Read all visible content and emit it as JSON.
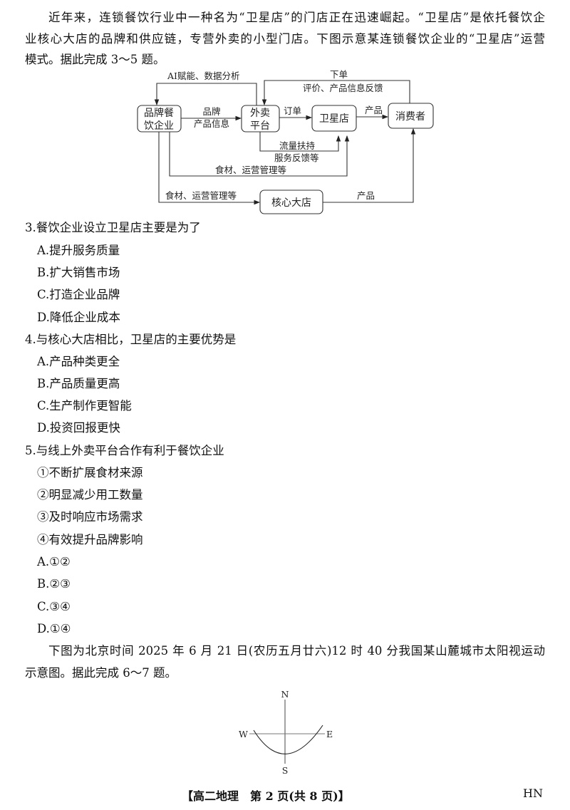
{
  "intro": {
    "lines": [
      "近年来，连锁餐饮行业中一种名为“卫星店”的门店正在迅速崛起。“卫星店”是依托餐饮企",
      "业核心大店的品牌和供应链，专营外卖的小型门店。下图示意某连锁餐饮企业的“卫星店”运营",
      "模式。据此完成 3～5 题。"
    ]
  },
  "diagram1": {
    "boxes": {
      "brand_l1": "品牌餐",
      "brand_l2": "饮企业",
      "platform_l1": "外卖",
      "platform_l2": "平台",
      "satellite": "卫星店",
      "consumer": "消费者",
      "core": "核心大店"
    },
    "labels": {
      "ai": "AI赋能、数据分析",
      "order_down": "下单",
      "feedback": "评价、产品信息反馈",
      "brand1": "品牌",
      "brand2": "产品信息",
      "order": "订单",
      "product1": "产品",
      "traffic": "流量扶持",
      "service": "服务反馈等",
      "food1": "食材、运营管理等",
      "food2": "食材、运营管理等",
      "product2": "产品"
    }
  },
  "questions": [
    {
      "stem": "3.餐饮企业设立卫星店主要是为了",
      "options": [
        "A.提升服务质量",
        "B.扩大销售市场",
        "C.打造企业品牌",
        "D.降低企业成本"
      ]
    },
    {
      "stem": "4.与核心大店相比，卫星店的主要优势是",
      "options": [
        "A.产品种类更全",
        "B.产品质量更高",
        "C.生产制作更智能",
        "D.投资回报更快"
      ]
    },
    {
      "stem": "5.与线上外卖平台合作有利于餐饮企业",
      "items": [
        "①不断扩展食材来源",
        "②明显减少用工数量",
        "③及时响应市场需求",
        "④有效提升品牌影响"
      ],
      "options": [
        "A.①②",
        "B.②③",
        "C.③④",
        "D.①④"
      ]
    }
  ],
  "para2": {
    "lines": [
      "下图为北京时间 2025 年 6 月 21 日(农历五月廿六)12 时 40 分我国某山麓城市太阳视运动",
      "示意图。据此完成 6～7 题。"
    ]
  },
  "diagram2": {
    "n": "N",
    "s": "S",
    "w": "W",
    "e": "E"
  },
  "footer": {
    "title": "【高二地理　第 2 页(共 8 页)】",
    "code": "HN"
  }
}
